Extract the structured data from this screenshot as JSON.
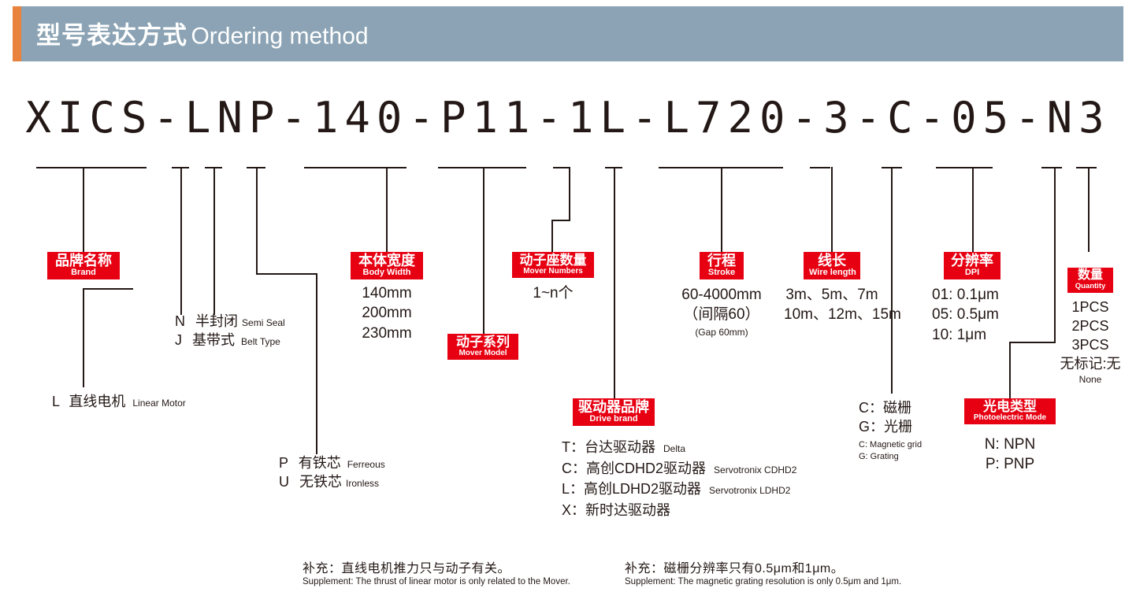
{
  "header": {
    "title_cn": "型号表达方式",
    "title_en": "Ordering method",
    "accent_color": "#e8823c",
    "background_color": "#8ba3b4"
  },
  "part_number": "XICS-LNP-140-P11-1L-L720-3-C-05-N3",
  "accent_red": "#e60012",
  "sections": {
    "brand": {
      "chip_cn": "品牌名称",
      "chip_en": "Brand",
      "detail_code": "L",
      "detail_cn": "直线电机",
      "detail_en": "Linear Motor"
    },
    "seal_type": {
      "opt1_code": "N",
      "opt1_cn": "半封闭",
      "opt1_en": "Semi Seal",
      "opt2_code": "J",
      "opt2_cn": "基带式",
      "opt2_en": "Belt Type"
    },
    "core_type": {
      "opt1_code": "P",
      "opt1_cn": "有铁芯",
      "opt1_en": "Ferreous",
      "opt2_code": "U",
      "opt2_cn": "无铁芯",
      "opt2_en": "Ironless"
    },
    "body_width": {
      "chip_cn": "本体宽度",
      "chip_en": "Body Width",
      "options": [
        "140mm",
        "200mm",
        "230mm"
      ]
    },
    "mover_model": {
      "chip_cn": "动子系列",
      "chip_en": "Mover Model"
    },
    "mover_numbers": {
      "chip_cn": "动子座数量",
      "chip_en": "Mover Numbers",
      "options": [
        "1~n个"
      ]
    },
    "drive_brand": {
      "chip_cn": "驱动器品牌",
      "chip_en": "Drive brand",
      "options": [
        {
          "cn": "T：台达驱动器",
          "en": "Delta"
        },
        {
          "cn": "C：高创CDHD2驱动器",
          "en": "Servotronix CDHD2"
        },
        {
          "cn": "L：高创LDHD2驱动器",
          "en": "Servotronix LDHD2"
        },
        {
          "cn": "X：新时达驱动器",
          "en": ""
        }
      ]
    },
    "stroke": {
      "chip_cn": "行程",
      "chip_en": "Stroke",
      "range": "60-4000mm",
      "gap_cn": "（间隔60）",
      "gap_en": "(Gap 60mm)"
    },
    "wire_length": {
      "chip_cn": "线长",
      "chip_en": "Wire length",
      "line1": "3m、5m、7m",
      "line2": "10m、12m、15m"
    },
    "grating_type": {
      "opt1": "C：磁栅",
      "opt2": "G：光栅",
      "en1": "C: Magnetic grid",
      "en2": "G: Grating"
    },
    "dpi": {
      "chip_cn": "分辨率",
      "chip_en": "DPI",
      "options": [
        "01: 0.1μm",
        "05: 0.5μm",
        "10: 1μm"
      ]
    },
    "photoelectric": {
      "chip_cn": "光电类型",
      "chip_en": "Photoelectric Mode",
      "options": [
        "N: NPN",
        "P: PNP"
      ]
    },
    "quantity": {
      "chip_cn": "数量",
      "chip_en": "Quantity",
      "options": [
        "1PCS",
        "2PCS",
        "3PCS"
      ],
      "none_cn": "无标记:无",
      "none_en": "None"
    }
  },
  "supplements": [
    {
      "cn": "补充：直线电机推力只与动子有关。",
      "en": "Supplement: The thrust of linear motor is only related to the Mover."
    },
    {
      "cn": "补充：磁栅分辨率只有0.5μm和1μm。",
      "en": "Supplement: The magnetic grating resolution is only 0.5μm and 1μm."
    }
  ]
}
